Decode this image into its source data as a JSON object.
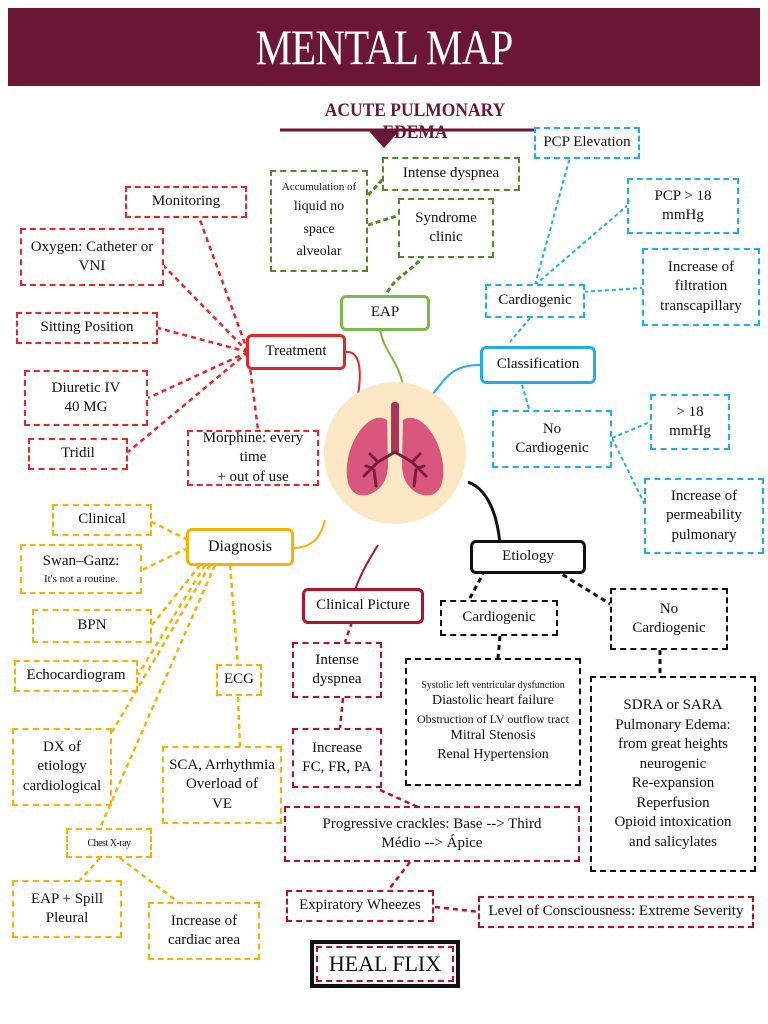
{
  "header": {
    "title": "MENTAL MAP",
    "subtitle": "ACUTE PULMONARY EDEMA"
  },
  "footer": {
    "brand": "HEAL FLIX"
  },
  "colors": {
    "banner": "#6b1637",
    "treatment": "#e3262a",
    "eap": "#7cb84a",
    "classification": "#20ade8",
    "diagnosis": "#f4b400",
    "clinical": "#b3112c",
    "etiology": "#111111"
  },
  "center": {
    "icon": "lungs-icon"
  },
  "eap": {
    "label": "EAP",
    "accumulation": [
      "Accumulation of",
      "liquid no",
      "space",
      "alveolar"
    ],
    "intense_dyspnea": "Intense dyspnea",
    "syndrome": [
      "Syndrome",
      "clinic"
    ]
  },
  "treatment": {
    "label": "Treatment",
    "monitoring": "Monitoring",
    "oxygen": [
      "Oxygen: Catheter or",
      "VNI"
    ],
    "sitting": "Sitting Position",
    "diuretic": [
      "Diuretic IV",
      "40 MG"
    ],
    "tridil": "Tridil",
    "morphine": [
      "Morphine: every time",
      "+ out of use"
    ]
  },
  "classification": {
    "label": "Classification",
    "cardiogenic": "Cardiogenic",
    "pcp_elevation": "PCP Elevation",
    "pcp_value": [
      "PCP > 18",
      "mmHg"
    ],
    "filtration": [
      "Increase of",
      "filtration",
      "transcapillary"
    ],
    "no_cardiogenic": [
      "No",
      "Cardiogenic"
    ],
    "no_value": [
      "> 18",
      "mmHg"
    ],
    "permeability": [
      "Increase of",
      "permeability",
      "pulmonary"
    ]
  },
  "diagnosis": {
    "label": "Diagnosis",
    "clinical": "Clinical",
    "swan_ganz": [
      "Swan–Ganz:",
      "It's not a routine."
    ],
    "bpn": "BPN",
    "echo": "Echocardiogram",
    "dx": [
      "DX of",
      "etiology",
      "cardiological"
    ],
    "ecg": "ECG",
    "ecg_findings": [
      "SCA, Arrhythmia",
      "Overload of",
      "VE"
    ],
    "chest_xray": "Chest X-ray",
    "eap_spill": [
      "EAP + Spill",
      "Pleural"
    ],
    "cardiac_area": [
      "Increase of",
      "cardiac area"
    ]
  },
  "clinical_picture": {
    "label": "Clinical Picture",
    "dyspnea": [
      "Intense",
      "dyspnea"
    ],
    "increase_fc": [
      "Increase",
      "FC, FR, PA"
    ],
    "crackles": [
      "Progressive crackles: Base --> Third",
      "Médio --> Ápice"
    ],
    "wheezes": "Expiratory Wheezes",
    "consciousness": "Level of Consciousness: Extreme Severity"
  },
  "etiology": {
    "label": "Etiology",
    "cardiogenic": "Cardiogenic",
    "no_cardiogenic": [
      "No",
      "Cardiogenic"
    ],
    "cardiogenic_causes": [
      "Systolic left ventricular dysfunction",
      "Diastolic heart failure",
      "Obstruction of LV outflow tract",
      "Mitral Stenosis",
      "Renal Hypertension"
    ],
    "no_cardiogenic_causes": [
      "SDRA or SARA",
      "Pulmonary Edema:",
      "from great heights",
      "neurogenic",
      "Re-expansion",
      "Reperfusion",
      "Opioid intoxication",
      "and salicylates"
    ]
  }
}
